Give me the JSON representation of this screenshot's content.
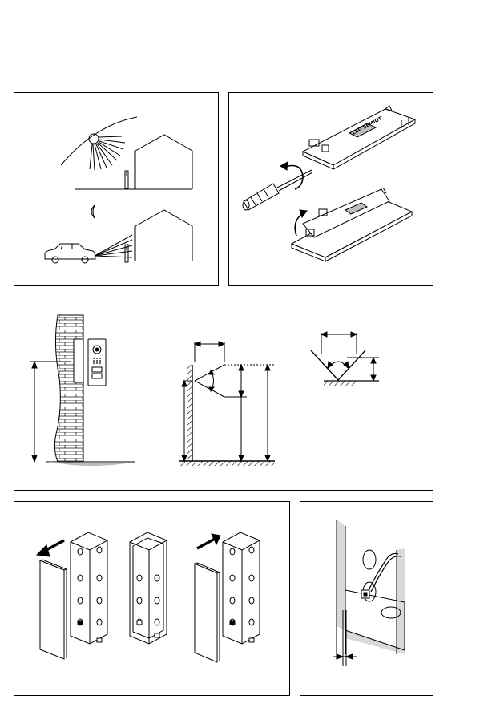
{
  "panels": [
    {
      "id": "placement",
      "content": [
        "sun-icon",
        "moon-icon",
        "car-icon",
        "house-icon",
        "door-station-icon"
      ]
    },
    {
      "id": "opening",
      "content": [
        "screwdriver-icon",
        "rotate-arrow-icon",
        "front-panel-icon"
      ]
    },
    {
      "id": "mounting-height",
      "content": [
        "brick-wall-icon",
        "door-station-icon",
        "dimension-lines",
        "angle-icon"
      ]
    },
    {
      "id": "flush-box",
      "content": [
        "flush-box-icon",
        "cover-plate-icon",
        "arrow-icon"
      ]
    },
    {
      "id": "wall-installation",
      "content": [
        "flush-box-icon",
        "cable-icon",
        "gap-dimension-icon"
      ]
    }
  ],
  "labels": {
    "panel_sticker": "LED SEMIOT"
  },
  "colors": {
    "line": "#000000",
    "background": "#ffffff",
    "shade": "#bdbdbd",
    "wall_shade": "#d9d9d9"
  }
}
